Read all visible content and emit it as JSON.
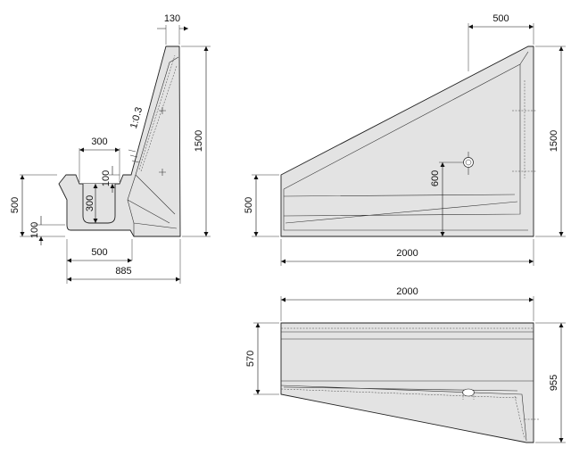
{
  "side_view": {
    "top_width": "130",
    "inner_width": "300",
    "lip_depth": "100",
    "channel_depth": "300",
    "height_low": "500",
    "base_thickness": "100",
    "height_total": "1500",
    "slope": "1:0.3",
    "channel_bottom": "500",
    "total_width": "885"
  },
  "front_view": {
    "top_width": "500",
    "height_total": "1500",
    "height_low": "500",
    "hole_height": "600",
    "total_length": "2000"
  },
  "plan_view": {
    "total_length": "2000",
    "depth_left": "570",
    "depth_right": "955"
  },
  "colors": {
    "fill": "#e3e3e3",
    "outline": "#222222"
  }
}
